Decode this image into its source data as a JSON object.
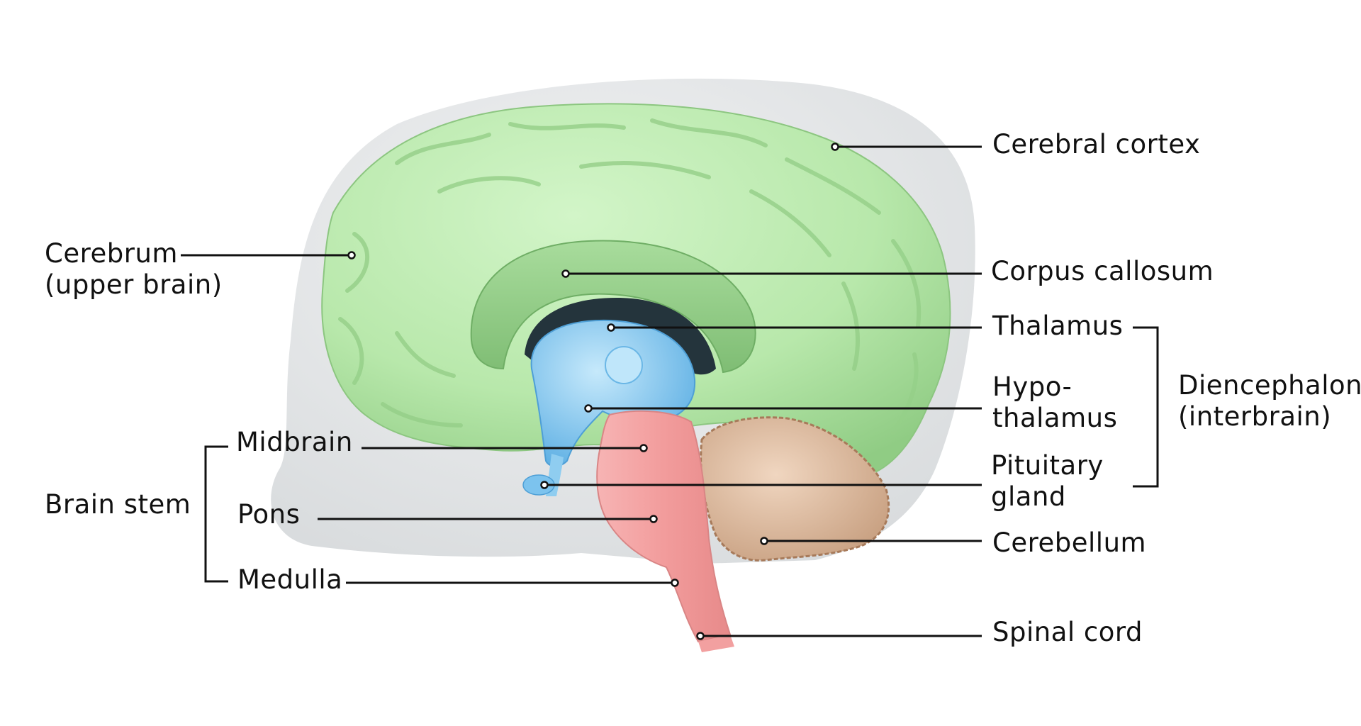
{
  "labels": {
    "cerebral_cortex": "Cerebral cortex",
    "cerebrum_line1": "Cerebrum",
    "cerebrum_line2": "(upper brain)",
    "corpus_callosum": "Corpus callosum",
    "thalamus": "Thalamus",
    "hypothalamus_line1": "Hypo-",
    "hypothalamus_line2": "thalamus",
    "pituitary_line1": "Pituitary",
    "pituitary_line2": "gland",
    "diencephalon_line1": "Diencephalon",
    "diencephalon_line2": "(interbrain)",
    "midbrain": "Midbrain",
    "brain_stem": "Brain stem",
    "pons": "Pons",
    "medulla": "Medulla",
    "cerebellum": "Cerebellum",
    "spinal_cord": "Spinal cord"
  },
  "colors": {
    "head_silhouette": "#e4e6e7",
    "cerebrum": "#b8e8ab",
    "corpus_callosum": "#98d08c",
    "thalamus": "#8fcdf0",
    "brain_stem": "#f2a0a0",
    "cerebellum": "#e4c2a6",
    "leader_line": "#111111"
  }
}
